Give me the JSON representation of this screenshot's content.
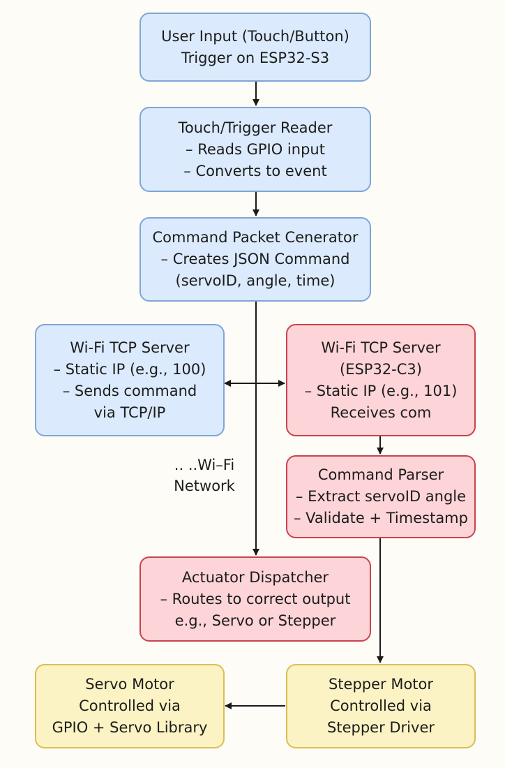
{
  "boxes": {
    "user_input": {
      "lines": [
        "User Input (Touch/Button)",
        "Trigger on ESP32-S3"
      ]
    },
    "touch_reader": {
      "lines": [
        "Touch/Trigger Reader",
        "– Reads GPIO input",
        "– Converts to event"
      ]
    },
    "packet_generator": {
      "lines": [
        "Command Packet Cenerator",
        "– Creates JSON Command",
        "(servoID, angle, time)"
      ]
    },
    "tcp_server_s3": {
      "lines": [
        "Wi-Fi TCP Server",
        "– Static IP (e.g., 100)",
        "– Sends command",
        "via TCP/IP"
      ]
    },
    "tcp_server_c3": {
      "lines": [
        "Wi-Fi TCP Server",
        "(ESP32-C3)",
        "– Static IP (e.g., 101)",
        "Receives com"
      ]
    },
    "command_parser": {
      "lines": [
        "Command Parser",
        "– Extract servoID  angle",
        "– Validate + Timestamp"
      ]
    },
    "actuator_dispatcher": {
      "lines": [
        "Actuator Dispatcher",
        "– Routes to correct output",
        "e.g., Servo or Stepper"
      ]
    },
    "servo_motor": {
      "lines": [
        "Servo Motor",
        "Controlled via",
        "GPIO + Servo Library"
      ]
    },
    "stepper_motor": {
      "lines": [
        "Stepper Motor",
        "Controlled via",
        "Stepper Driver"
      ]
    }
  },
  "network_label": {
    "lines": [
      ".. ..Wi–Fi",
      "Network"
    ]
  },
  "colors": {
    "blue_fill": "#dbeafc",
    "blue_border": "#7ea6d8",
    "red_fill": "#fdd4d7",
    "red_border": "#c9434e",
    "yellow_fill": "#fcf3c4",
    "yellow_border": "#d9bf55",
    "arrow": "#1a1a1a"
  }
}
